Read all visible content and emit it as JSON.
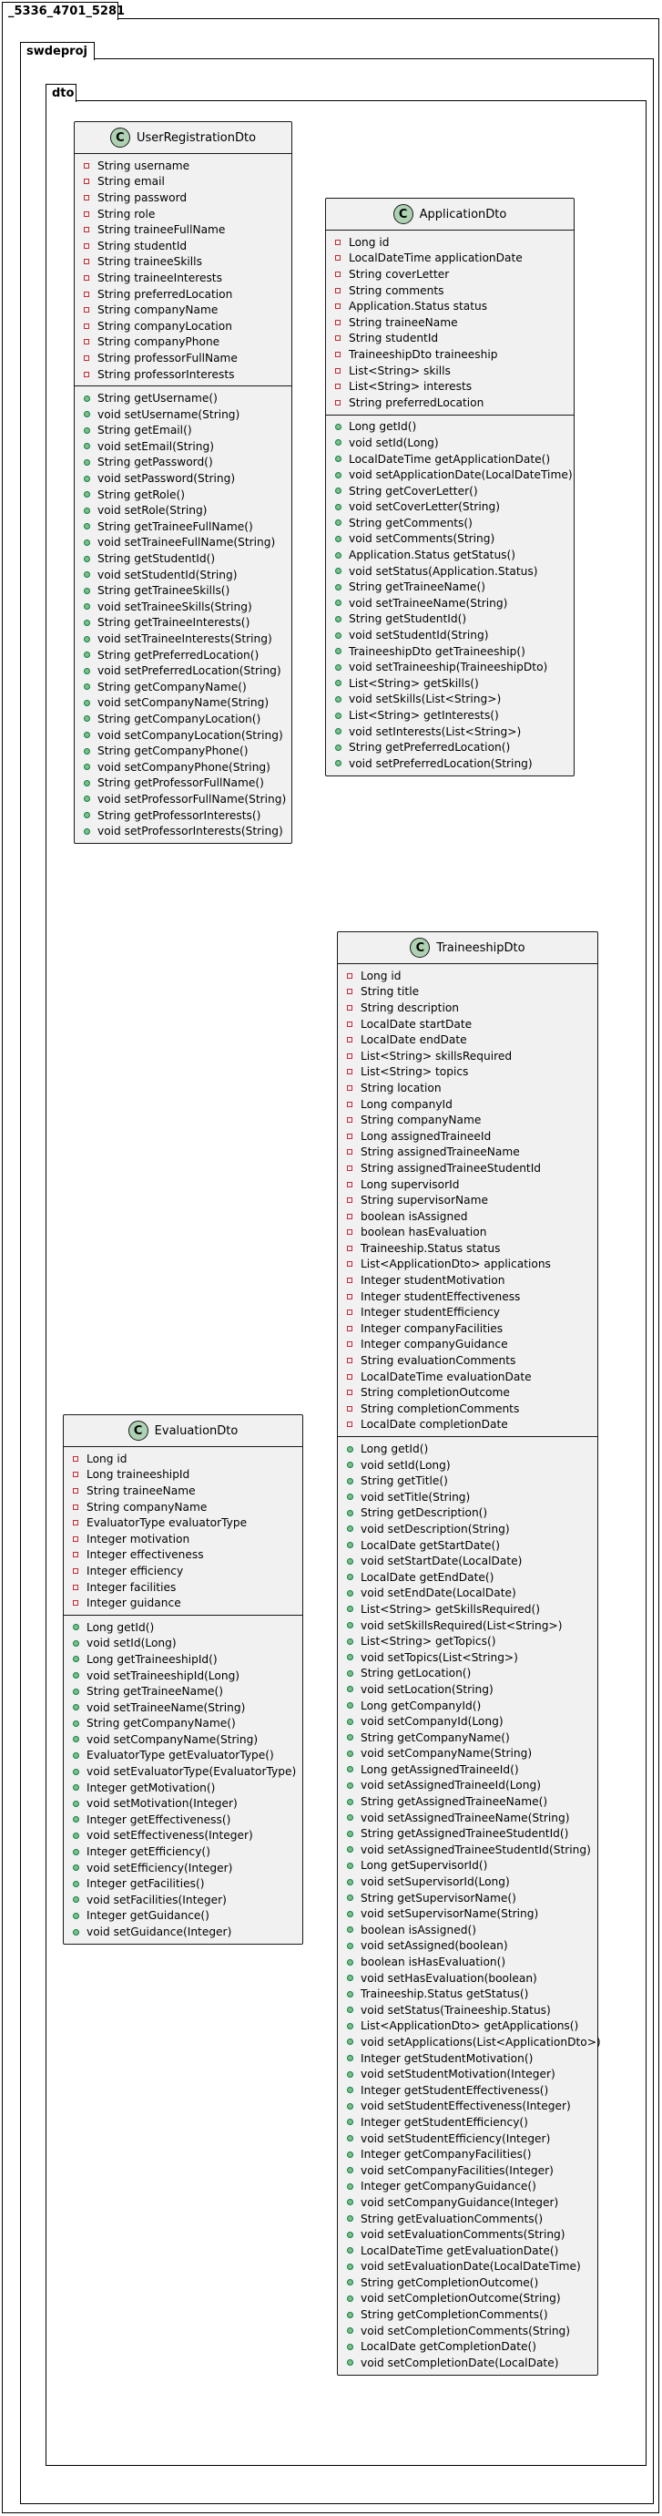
{
  "packages": {
    "root": "_5336_4701_5281",
    "project": "swdeproj",
    "dto": "dto"
  },
  "class_badge": "C",
  "classes": [
    {
      "id": "user",
      "name": "UserRegistrationDto",
      "fields": [
        "String username",
        "String email",
        "String password",
        "String role",
        "String traineeFullName",
        "String studentId",
        "String traineeSkills",
        "String traineeInterests",
        "String preferredLocation",
        "String companyName",
        "String companyLocation",
        "String companyPhone",
        "String professorFullName",
        "String professorInterests"
      ],
      "methods": [
        "String getUsername()",
        "void setUsername(String)",
        "String getEmail()",
        "void setEmail(String)",
        "String getPassword()",
        "void setPassword(String)",
        "String getRole()",
        "void setRole(String)",
        "String getTraineeFullName()",
        "void setTraineeFullName(String)",
        "String getStudentId()",
        "void setStudentId(String)",
        "String getTraineeSkills()",
        "void setTraineeSkills(String)",
        "String getTraineeInterests()",
        "void setTraineeInterests(String)",
        "String getPreferredLocation()",
        "void setPreferredLocation(String)",
        "String getCompanyName()",
        "void setCompanyName(String)",
        "String getCompanyLocation()",
        "void setCompanyLocation(String)",
        "String getCompanyPhone()",
        "void setCompanyPhone(String)",
        "String getProfessorFullName()",
        "void setProfessorFullName(String)",
        "String getProfessorInterests()",
        "void setProfessorInterests(String)"
      ]
    },
    {
      "id": "application",
      "name": "ApplicationDto",
      "fields": [
        "Long id",
        "LocalDateTime applicationDate",
        "String coverLetter",
        "String comments",
        "Application.Status status",
        "String traineeName",
        "String studentId",
        "TraineeshipDto traineeship",
        "List<String> skills",
        "List<String> interests",
        "String preferredLocation"
      ],
      "methods": [
        "Long getId()",
        "void setId(Long)",
        "LocalDateTime getApplicationDate()",
        "void setApplicationDate(LocalDateTime)",
        "String getCoverLetter()",
        "void setCoverLetter(String)",
        "String getComments()",
        "void setComments(String)",
        "Application.Status getStatus()",
        "void setStatus(Application.Status)",
        "String getTraineeName()",
        "void setTraineeName(String)",
        "String getStudentId()",
        "void setStudentId(String)",
        "TraineeshipDto getTraineeship()",
        "void setTraineeship(TraineeshipDto)",
        "List<String> getSkills()",
        "void setSkills(List<String>)",
        "List<String> getInterests()",
        "void setInterests(List<String>)",
        "String getPreferredLocation()",
        "void setPreferredLocation(String)"
      ]
    },
    {
      "id": "traineeship",
      "name": "TraineeshipDto",
      "fields": [
        "Long id",
        "String title",
        "String description",
        "LocalDate startDate",
        "LocalDate endDate",
        "List<String> skillsRequired",
        "List<String> topics",
        "String location",
        "Long companyId",
        "String companyName",
        "Long assignedTraineeId",
        "String assignedTraineeName",
        "String assignedTraineeStudentId",
        "Long supervisorId",
        "String supervisorName",
        "boolean isAssigned",
        "boolean hasEvaluation",
        "Traineeship.Status status",
        "List<ApplicationDto> applications",
        "Integer studentMotivation",
        "Integer studentEffectiveness",
        "Integer studentEfficiency",
        "Integer companyFacilities",
        "Integer companyGuidance",
        "String evaluationComments",
        "LocalDateTime evaluationDate",
        "String completionOutcome",
        "String completionComments",
        "LocalDate completionDate"
      ],
      "methods": [
        "Long getId()",
        "void setId(Long)",
        "String getTitle()",
        "void setTitle(String)",
        "String getDescription()",
        "void setDescription(String)",
        "LocalDate getStartDate()",
        "void setStartDate(LocalDate)",
        "LocalDate getEndDate()",
        "void setEndDate(LocalDate)",
        "List<String> getSkillsRequired()",
        "void setSkillsRequired(List<String>)",
        "List<String> getTopics()",
        "void setTopics(List<String>)",
        "String getLocation()",
        "void setLocation(String)",
        "Long getCompanyId()",
        "void setCompanyId(Long)",
        "String getCompanyName()",
        "void setCompanyName(String)",
        "Long getAssignedTraineeId()",
        "void setAssignedTraineeId(Long)",
        "String getAssignedTraineeName()",
        "void setAssignedTraineeName(String)",
        "String getAssignedTraineeStudentId()",
        "void setAssignedTraineeStudentId(String)",
        "Long getSupervisorId()",
        "void setSupervisorId(Long)",
        "String getSupervisorName()",
        "void setSupervisorName(String)",
        "boolean isAssigned()",
        "void setAssigned(boolean)",
        "boolean isHasEvaluation()",
        "void setHasEvaluation(boolean)",
        "Traineeship.Status getStatus()",
        "void setStatus(Traineeship.Status)",
        "List<ApplicationDto> getApplications()",
        "void setApplications(List<ApplicationDto>)",
        "Integer getStudentMotivation()",
        "void setStudentMotivation(Integer)",
        "Integer getStudentEffectiveness()",
        "void setStudentEffectiveness(Integer)",
        "Integer getStudentEfficiency()",
        "void setStudentEfficiency(Integer)",
        "Integer getCompanyFacilities()",
        "void setCompanyFacilities(Integer)",
        "Integer getCompanyGuidance()",
        "void setCompanyGuidance(Integer)",
        "String getEvaluationComments()",
        "void setEvaluationComments(String)",
        "LocalDateTime getEvaluationDate()",
        "void setEvaluationDate(LocalDateTime)",
        "String getCompletionOutcome()",
        "void setCompletionOutcome(String)",
        "String getCompletionComments()",
        "void setCompletionComments(String)",
        "LocalDate getCompletionDate()",
        "void setCompletionDate(LocalDate)"
      ]
    },
    {
      "id": "evaluation",
      "name": "EvaluationDto",
      "fields": [
        "Long id",
        "Long traineeshipId",
        "String traineeName",
        "String companyName",
        "EvaluatorType evaluatorType",
        "Integer motivation",
        "Integer effectiveness",
        "Integer efficiency",
        "Integer facilities",
        "Integer guidance"
      ],
      "methods": [
        "Long getId()",
        "void setId(Long)",
        "Long getTraineeshipId()",
        "void setTraineeshipId(Long)",
        "String getTraineeName()",
        "void setTraineeName(String)",
        "String getCompanyName()",
        "void setCompanyName(String)",
        "EvaluatorType getEvaluatorType()",
        "void setEvaluatorType(EvaluatorType)",
        "Integer getMotivation()",
        "void setMotivation(Integer)",
        "Integer getEffectiveness()",
        "void setEffectiveness(Integer)",
        "Integer getEfficiency()",
        "void setEfficiency(Integer)",
        "Integer getFacilities()",
        "void setFacilities(Integer)",
        "Integer getGuidance()",
        "void setGuidance(Integer)"
      ]
    }
  ]
}
